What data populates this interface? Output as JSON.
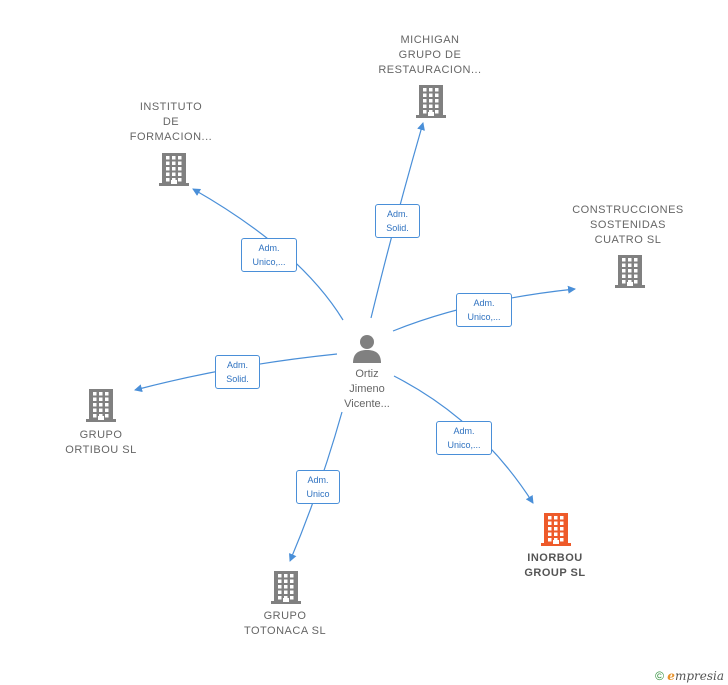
{
  "center": {
    "label": "Ortiz\nJimeno\nVicente..."
  },
  "companies": [
    {
      "key": "instituto",
      "label": "INSTITUTO\nDE\nFORMACION...",
      "highlight": false
    },
    {
      "key": "michigan",
      "label": "MICHIGAN\nGRUPO DE\nRESTAURACION...",
      "highlight": false
    },
    {
      "key": "construcciones",
      "label": "CONSTRUCCIONES\nSOSTENIDAS\nCUATRO  SL",
      "highlight": false
    },
    {
      "key": "ortibou",
      "label": "GRUPO\nORTIBOU  SL",
      "highlight": false
    },
    {
      "key": "totonaca",
      "label": "GRUPO\nTOTONACA  SL",
      "highlight": false
    },
    {
      "key": "inorbou",
      "label": "INORBOU\nGROUP  SL",
      "highlight": true
    }
  ],
  "edges": [
    {
      "key": "instituto",
      "label": "Adm.\nUnico,..."
    },
    {
      "key": "michigan",
      "label": "Adm.\nSolid."
    },
    {
      "key": "construcciones",
      "label": "Adm.\nUnico,..."
    },
    {
      "key": "ortibou",
      "label": "Adm.\nSolid."
    },
    {
      "key": "totonaca",
      "label": "Adm.\nUnico"
    },
    {
      "key": "inorbou",
      "label": "Adm.\nUnico,..."
    }
  ],
  "colors": {
    "edge": "#4a8fd8",
    "building": "#808080",
    "highlight": "#ee5a2a"
  },
  "footer": {
    "copyright": "©",
    "brand_e": "e",
    "brand_rest": "mpresia"
  }
}
